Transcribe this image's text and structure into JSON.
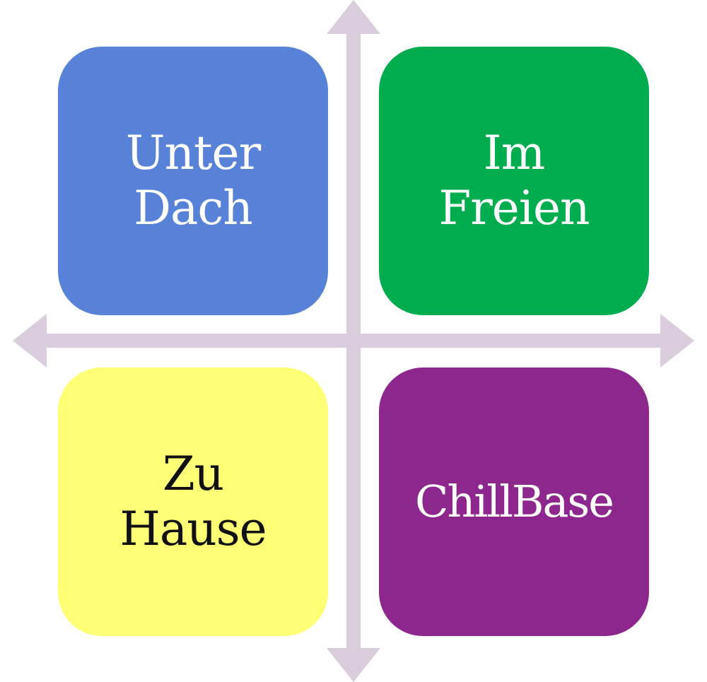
{
  "diagram": {
    "axis_color": "#d9ccdc",
    "quadrants": [
      {
        "id": "top-left",
        "label": "Unter\nDach",
        "bg": "#5882d8",
        "fg": "#ffffff"
      },
      {
        "id": "top-right",
        "label": "Im\nFreien",
        "bg": "#00ad4e",
        "fg": "#ffffff"
      },
      {
        "id": "bottom-left",
        "label": "Zu\nHause",
        "bg": "#ffff75",
        "fg": "#111111"
      },
      {
        "id": "bottom-right",
        "label": "ChillBase",
        "bg": "#8e278d",
        "fg": "#ffffff"
      }
    ]
  }
}
